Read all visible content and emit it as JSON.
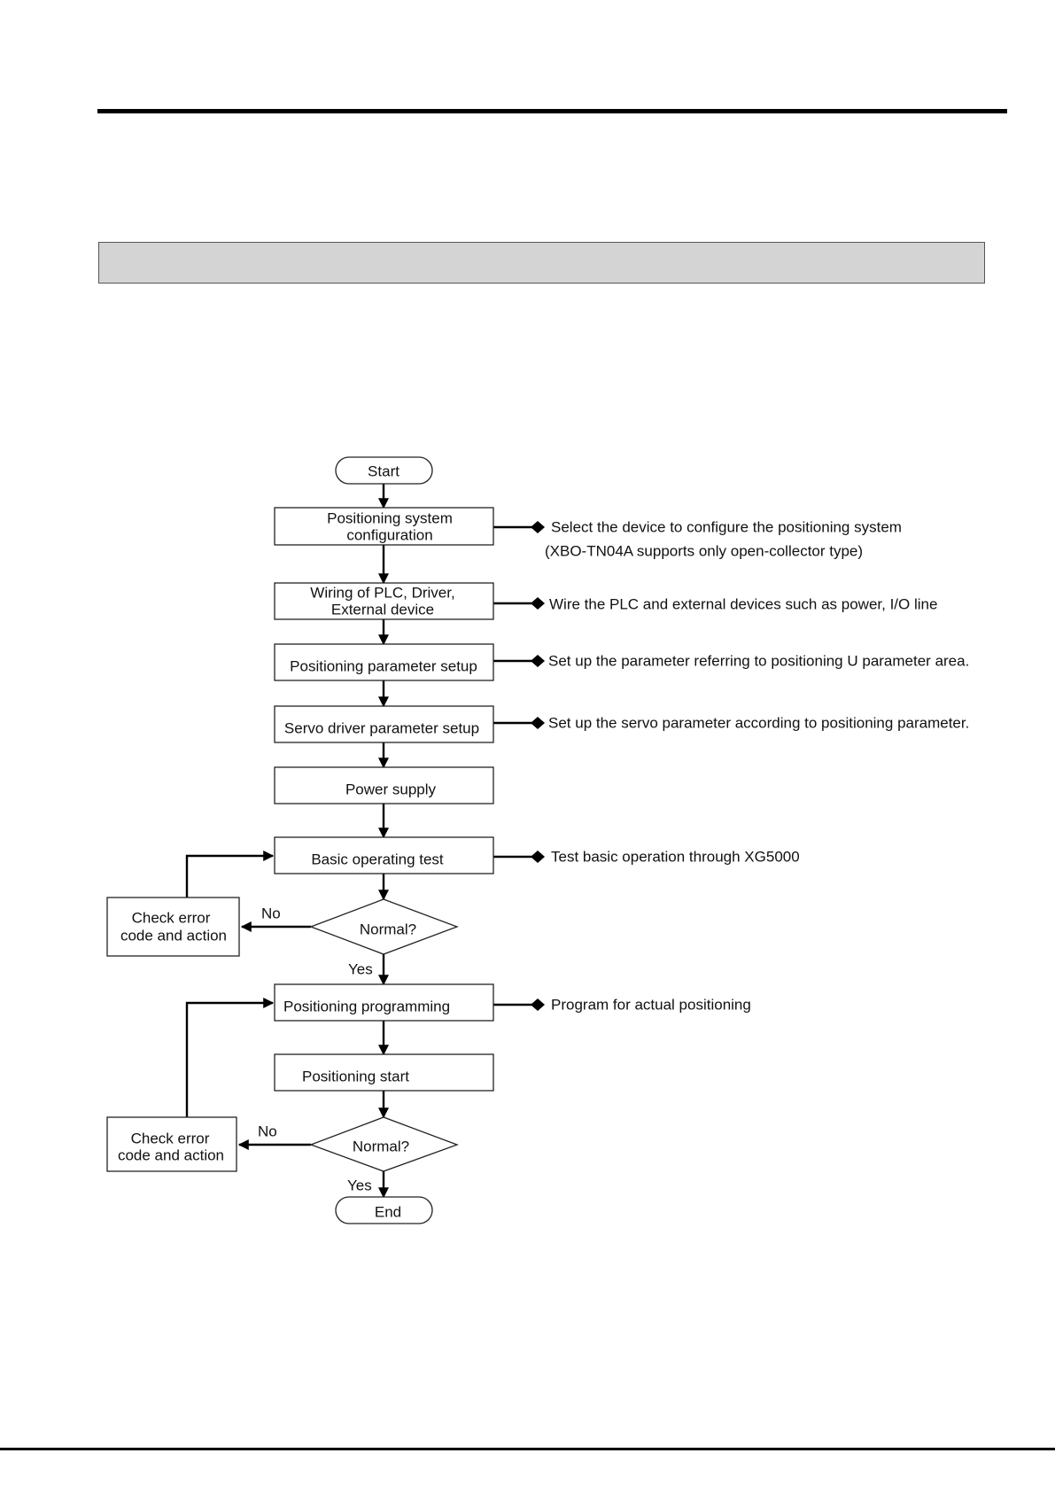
{
  "flowchart": {
    "start": "Start",
    "end": "End",
    "steps": {
      "config": [
        "Positioning system",
        "configuration"
      ],
      "wiring": [
        "Wiring of PLC, Driver,",
        "External device"
      ],
      "param": [
        "Positioning parameter setup"
      ],
      "servo": [
        "Servo driver parameter setup"
      ],
      "power": [
        "Power supply"
      ],
      "basic": [
        "Basic operating test"
      ],
      "prog": [
        "Positioning programming"
      ],
      "posstart": [
        "Positioning start"
      ]
    },
    "decisions": {
      "normal1": "Normal?",
      "normal2": "Normal?"
    },
    "error_boxes": {
      "err1": [
        "Check error",
        "code and action"
      ],
      "err2": [
        "Check error",
        "code and action"
      ]
    },
    "labels": {
      "no": "No",
      "yes": "Yes"
    },
    "notes": {
      "config": [
        "Select the device to configure the positioning system",
        "(XBO-TN04A supports only open-collector type)"
      ],
      "wiring": [
        "Wire the PLC and external devices such as power, I/O line"
      ],
      "param": [
        "Set up the parameter referring to positioning U parameter area."
      ],
      "servo": [
        "Set up the servo parameter according to positioning parameter."
      ],
      "basic": [
        "Test basic operation through XG5000"
      ],
      "prog": [
        "Program for actual positioning"
      ]
    }
  }
}
